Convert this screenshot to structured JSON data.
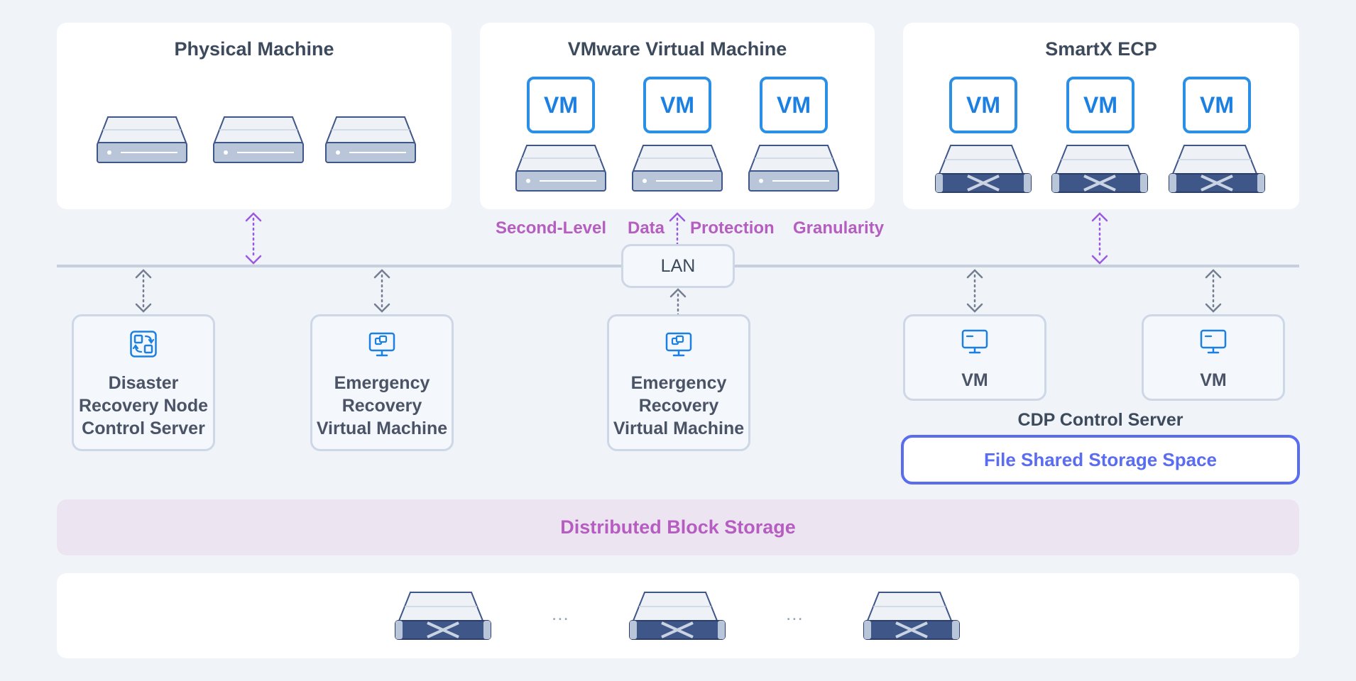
{
  "top": {
    "physical_title": "Physical Machine",
    "vmware_title": "VMware Virtual Machine",
    "smartx_title": "SmartX ECP",
    "vm_label": "VM"
  },
  "granularity": [
    "Second-Level",
    "Data",
    "Protection",
    "Granularity"
  ],
  "lan_label": "LAN",
  "nodes": {
    "dr_control": [
      "Disaster",
      "Recovery Node",
      "Control Server"
    ],
    "er_vm_1": [
      "Emergency",
      "Recovery",
      "Virtual Machine"
    ],
    "er_vm_2": [
      "Emergency",
      "Recovery",
      "Virtual Machine"
    ],
    "cdp_vm_1": "VM",
    "cdp_vm_2": "VM"
  },
  "cdp_control_server": "CDP Control Server",
  "file_shared_storage": "File Shared Storage Space",
  "distributed_block_storage": "Distributed Block Storage",
  "ellipsis": "...",
  "colors": {
    "background": "#f0f4f9",
    "accent_purple": "#b65dc2",
    "arrow_purple": "#9b59e0",
    "vm_blue": "#1c80e2",
    "storage_blue": "#5a6cf0",
    "server_dark": "#3f5689"
  }
}
